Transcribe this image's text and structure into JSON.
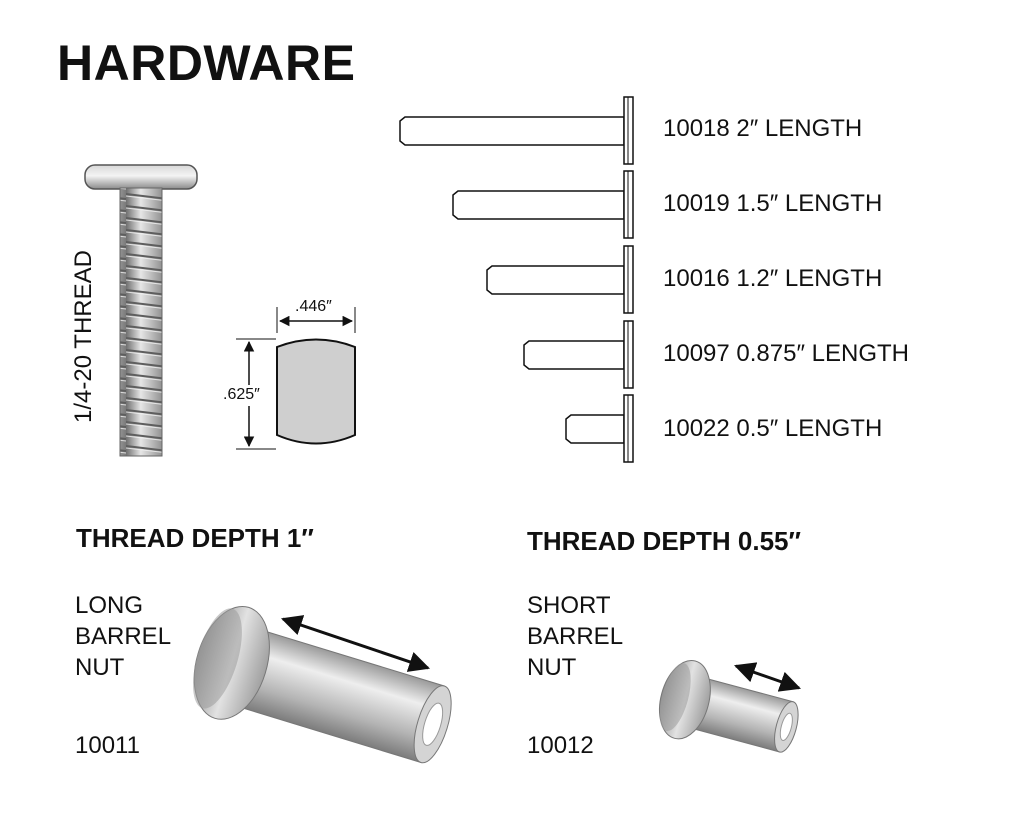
{
  "title": "HARDWARE",
  "thread_label": "1/4-20 THREAD",
  "dimensions": {
    "width": ".446″",
    "height": ".625″"
  },
  "bolts": [
    {
      "part": "10018",
      "length": "2″ LENGTH",
      "label": "10018 2″ LENGTH"
    },
    {
      "part": "10019",
      "length": "1.5″ LENGTH",
      "label": "10019 1.5″ LENGTH"
    },
    {
      "part": "10016",
      "length": "1.2″ LENGTH",
      "label": "10016 1.2″ LENGTH"
    },
    {
      "part": "10097",
      "length": "0.875″ LENGTH",
      "label": "10097 0.875″ LENGTH"
    },
    {
      "part": "10022",
      "length": "0.5″ LENGTH",
      "label": "10022 0.5″ LENGTH"
    }
  ],
  "nuts": [
    {
      "depth": "THREAD DEPTH 1″",
      "desc_lines": [
        "LONG",
        "BARREL",
        "NUT"
      ],
      "part": "10011"
    },
    {
      "depth": "THREAD DEPTH 0.55″",
      "desc_lines": [
        "SHORT",
        "BARREL",
        "NUT"
      ],
      "part": "10012"
    }
  ]
}
